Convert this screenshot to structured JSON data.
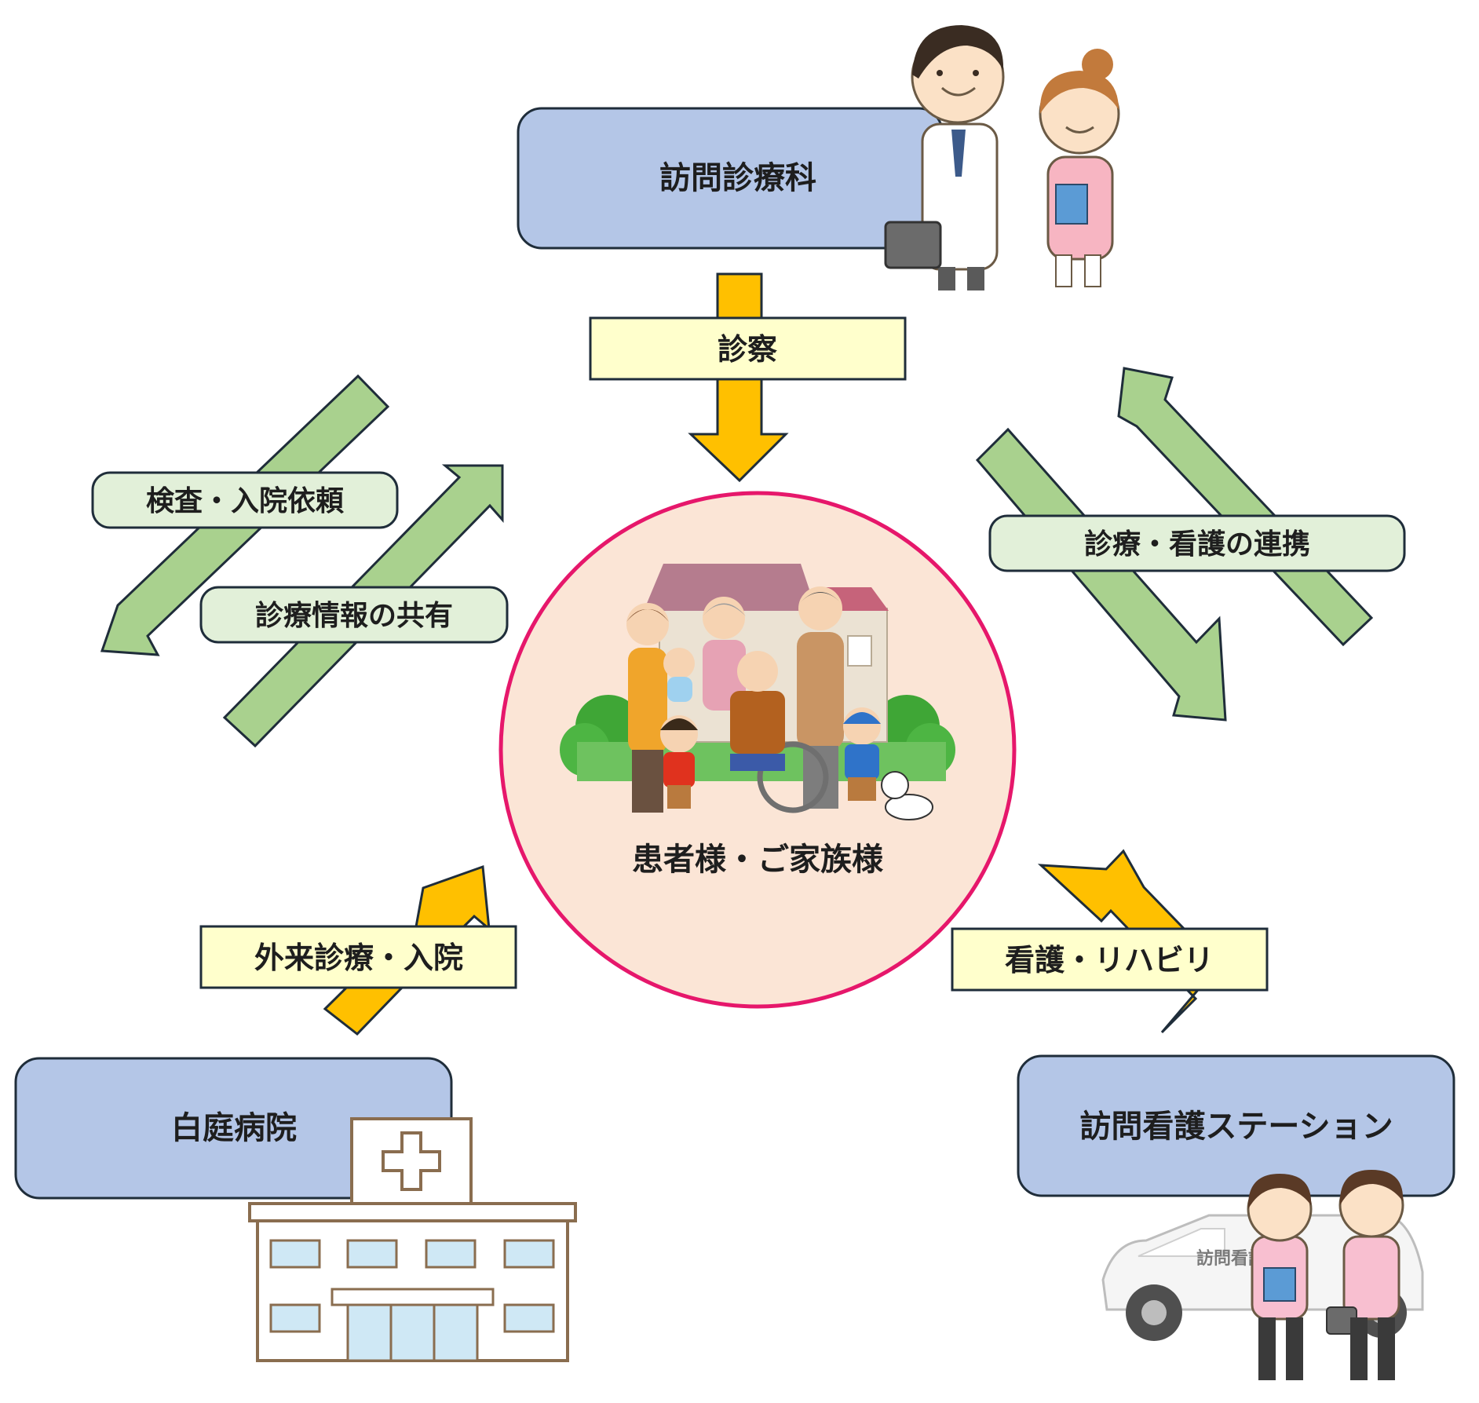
{
  "nodes": {
    "home_visit_clinic": "訪問診療科",
    "hospital": "白庭病院",
    "nursing_station": "訪問看護ステーション",
    "patient": "患者様・ご家族様"
  },
  "arrow_labels": {
    "examination": "診察",
    "outpatient": "外来診療・入院",
    "nursing_rehab": "看護・リハビリ",
    "test_request": "検査・入院依頼",
    "info_share": "診療情報の共有",
    "coordination": "診療・看護の連携"
  },
  "van_text": "訪問看護ステーション",
  "colors": {
    "node_fill": "#b4c6e7",
    "node_stroke": "#1f2d3a",
    "yellow_arrow": "#ffc000",
    "green_arrow": "#a9d18e",
    "yellow_label": "#ffffcc",
    "green_label": "#e2f0d9",
    "circle_fill": "#fbe5d6",
    "circle_stroke": "#e6176b"
  },
  "icons": [
    "doctor-nurse-illustration",
    "family-house-illustration",
    "hospital-building-illustration",
    "nurses-van-illustration"
  ]
}
